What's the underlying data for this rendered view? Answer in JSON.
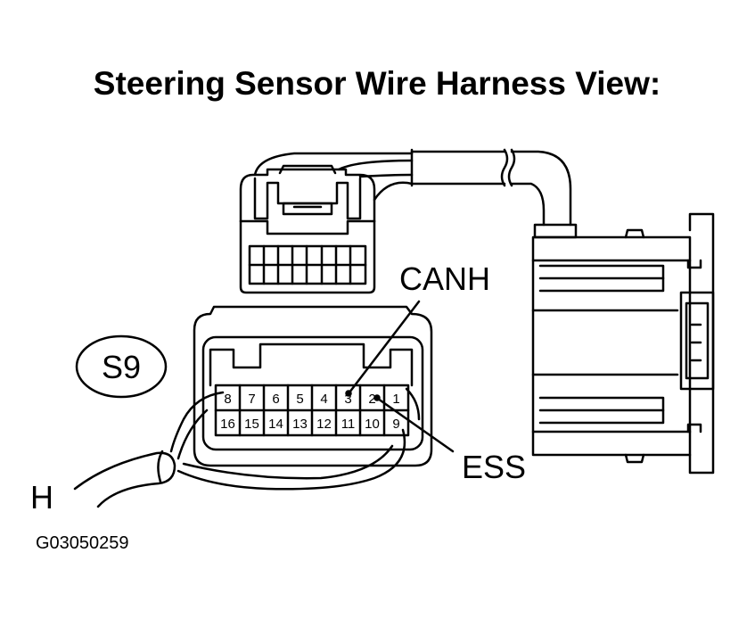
{
  "title": "Steering Sensor Wire Harness View:",
  "connector_id": "S9",
  "labels": {
    "canh": "CANH",
    "ess": "ESS",
    "harness_side": "H"
  },
  "figure_code": "G03050259",
  "pins_top_row": [
    "8",
    "7",
    "6",
    "5",
    "4",
    "3",
    "2",
    "1"
  ],
  "pins_bottom_row": [
    "16",
    "15",
    "14",
    "13",
    "12",
    "11",
    "10",
    "9"
  ],
  "colors": {
    "line": "#000000",
    "background": "#ffffff"
  }
}
